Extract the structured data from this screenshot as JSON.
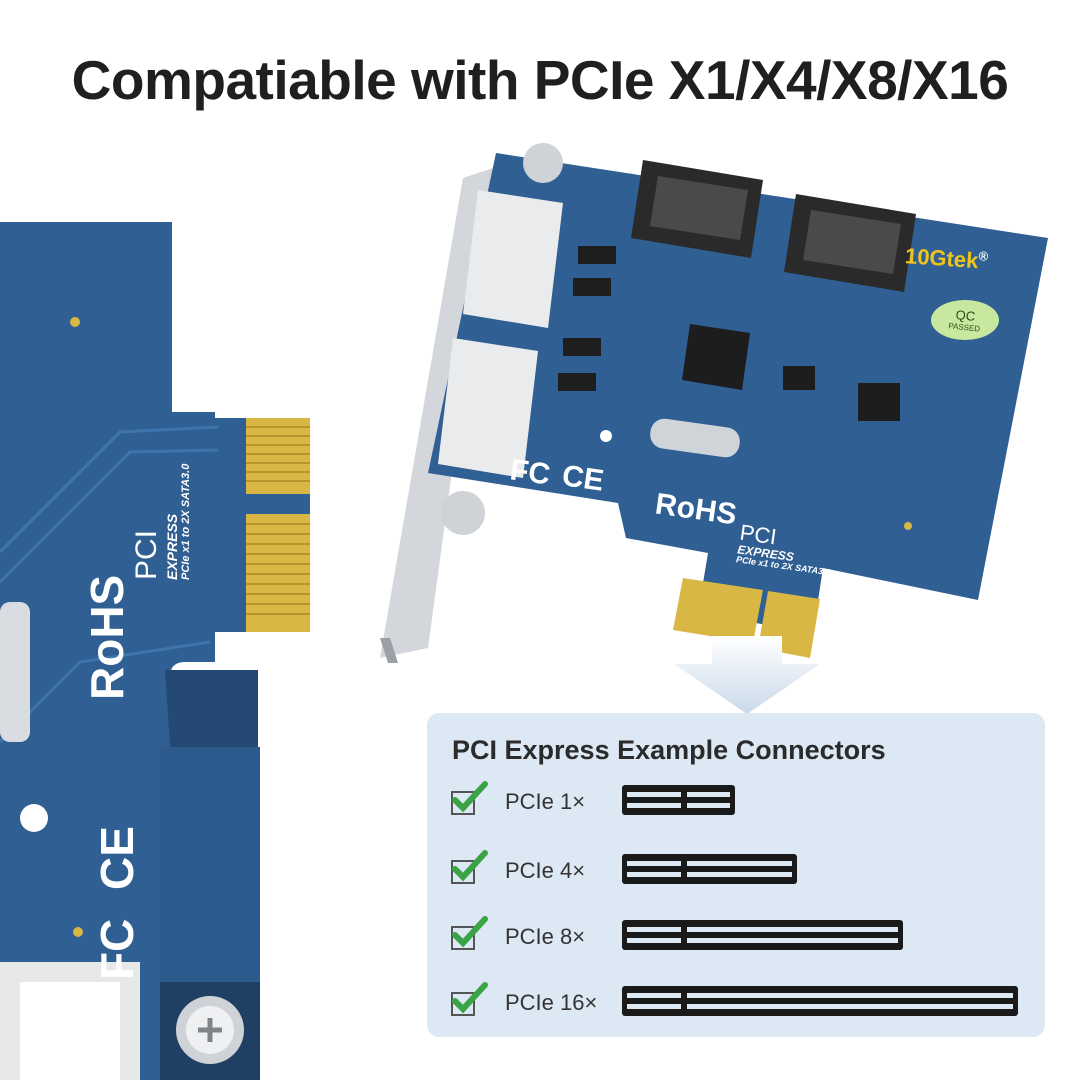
{
  "headline": "Compatiable with PCIe X1/X4/X8/X16",
  "brand": "10Gtek",
  "registered_mark": "®",
  "qc_badge": {
    "top": "QC",
    "bottom": "PASSED"
  },
  "certifications": {
    "fcc": "FC",
    "ce": "CE",
    "rohs": "RoHS"
  },
  "board_markings": {
    "pci_logo_main": "PCI",
    "pci_logo_sub": "EXPRESS",
    "model_text": "PCIe x1 to 2X SATA3.0"
  },
  "panel": {
    "title": "PCI Express Example Connectors",
    "connectors": [
      {
        "label": "PCIe 1×",
        "lanes": 1
      },
      {
        "label": "PCIe 4×",
        "lanes": 4
      },
      {
        "label": "PCIe 8×",
        "lanes": 8
      },
      {
        "label": "PCIe 16×",
        "lanes": 16
      }
    ]
  },
  "colors": {
    "pcb_blue": "#2f5f93",
    "pcb_dark": "#244a73",
    "gold": "#d8b744",
    "check_green": "#3aa346",
    "panel_bg": "#dce8f3",
    "slot_black": "#1a1a1a"
  }
}
